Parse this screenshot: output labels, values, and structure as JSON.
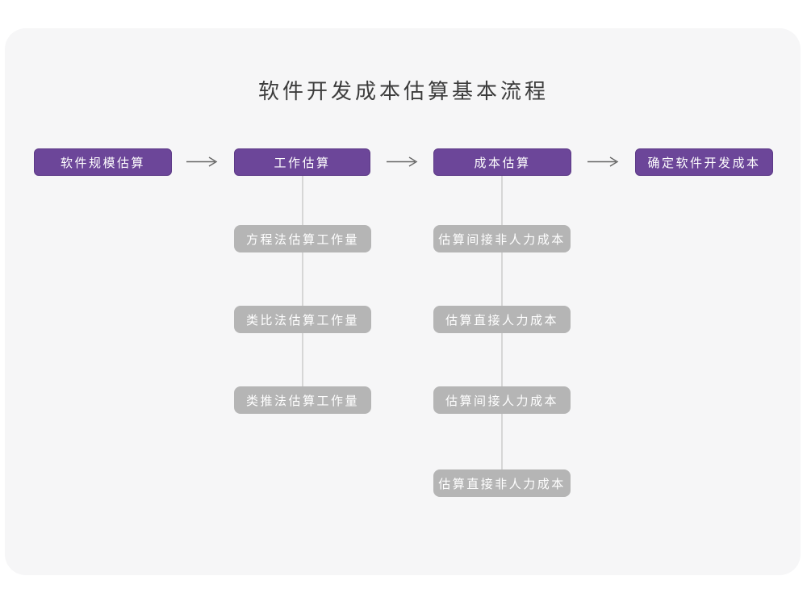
{
  "title": "软件开发成本估算基本流程",
  "colors": {
    "page_background": "#ffffff",
    "card_background": "#f6f6f7",
    "primary_node_fill": "#6c4699",
    "primary_node_border": "#5d3a87",
    "secondary_node_fill": "#b5b5b5",
    "node_text": "#ffffff",
    "connector_line": "#d6d6d6",
    "arrow": "#666666",
    "title_text": "#3c3c3c"
  },
  "flow": {
    "main_steps": [
      {
        "label": "软件规模估算"
      },
      {
        "label": "工作估算"
      },
      {
        "label": "成本估算"
      },
      {
        "label": "确定软件开发成本"
      }
    ],
    "work_estimation_methods": [
      {
        "label": "方程法估算工作量"
      },
      {
        "label": "类比法估算工作量"
      },
      {
        "label": "类推法估算工作量"
      }
    ],
    "cost_estimation_steps": [
      {
        "label": "估算间接非人力成本"
      },
      {
        "label": "估算直接人力成本"
      },
      {
        "label": "估算间接人力成本"
      },
      {
        "label": "估算直接非人力成本"
      }
    ]
  }
}
